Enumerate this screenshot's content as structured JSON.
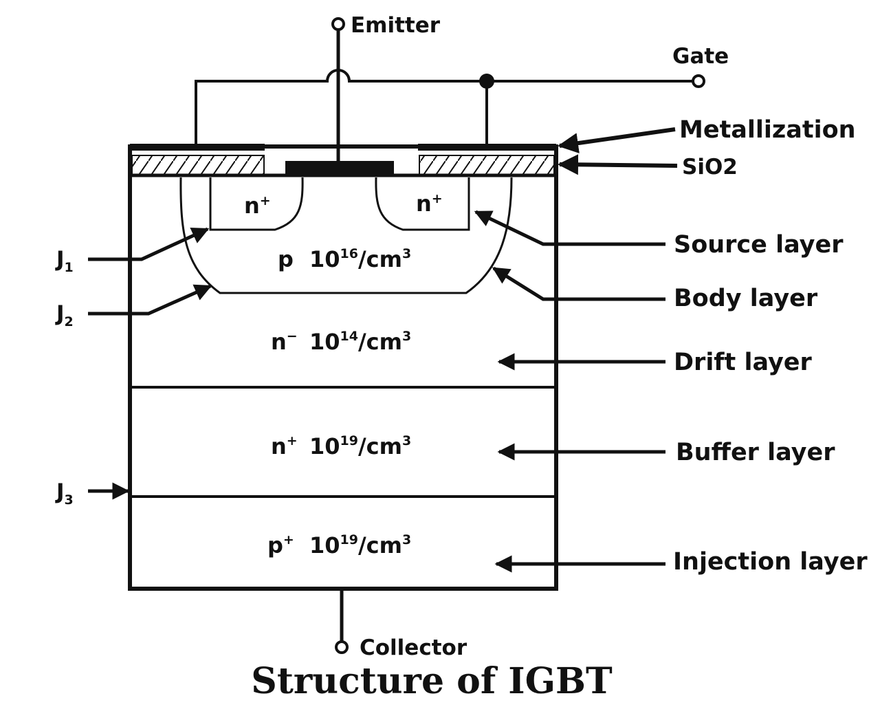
{
  "title": "Structure of IGBT",
  "terminals": {
    "emitter": "Emitter",
    "gate": "Gate",
    "collector": "Collector"
  },
  "layer_labels": {
    "metallization": "Metallization",
    "sio2": "SiO2",
    "source": "Source layer",
    "body": "Body layer",
    "drift": "Drift layer",
    "buffer": "Buffer layer",
    "injection": "Injection layer"
  },
  "junctions": {
    "j1": {
      "base": "J",
      "sub": "1"
    },
    "j2": {
      "base": "J",
      "sub": "2"
    },
    "j3": {
      "base": "J",
      "sub": "3"
    }
  },
  "regions": {
    "n_plus_left": {
      "base": "n",
      "sup": "+"
    },
    "n_plus_right": {
      "base": "n",
      "sup": "+"
    },
    "p_body": {
      "type": "p",
      "mantissa": "10",
      "exp": "16",
      "unit": "/cm",
      "unit_exp": "3"
    },
    "n_minus": {
      "type": "n",
      "type_sup": "−",
      "mantissa": "10",
      "exp": "14",
      "unit": "/cm",
      "unit_exp": "3"
    },
    "n_plus_buffer": {
      "type": "n",
      "type_sup": "+",
      "mantissa": "10",
      "exp": "19",
      "unit": "/cm",
      "unit_exp": "3"
    },
    "p_plus": {
      "type": "p",
      "type_sup": "+",
      "mantissa": "10",
      "exp": "19",
      "unit": "/cm",
      "unit_exp": "3"
    }
  },
  "colors": {
    "ink": "#111111",
    "background": "#ffffff"
  }
}
